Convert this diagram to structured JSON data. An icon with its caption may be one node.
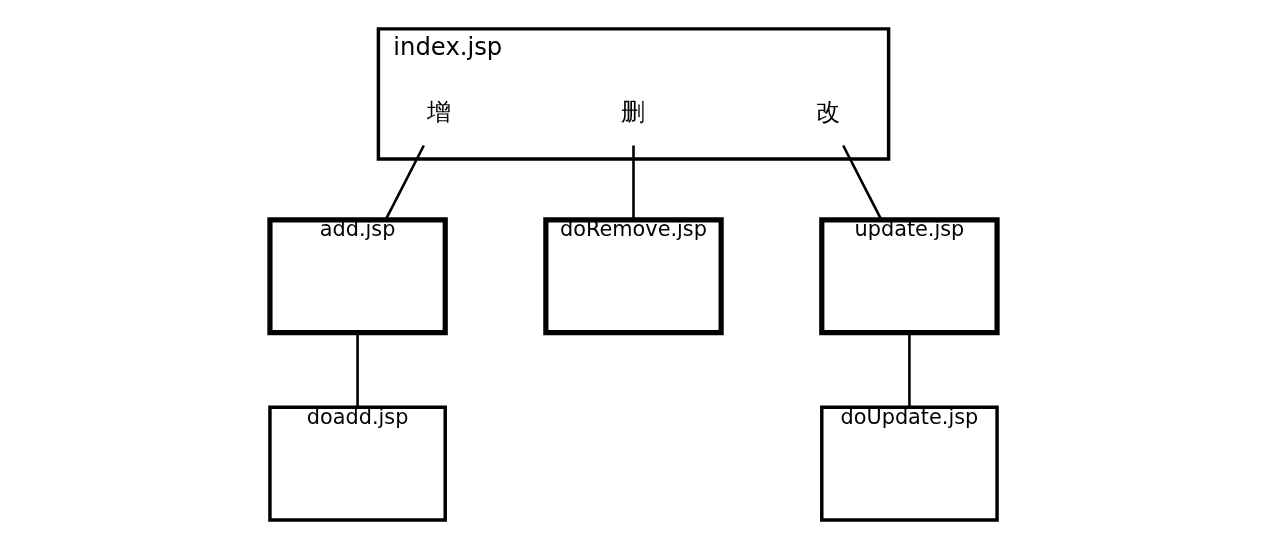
{
  "diagram": {
    "nodes": [
      {
        "text": [
          "index.jsp"
        ]
      },
      {
        "text": [
          "增"
        ],
        "in": 0
      },
      {
        "text": [
          "删"
        ],
        "in": 0
      },
      {
        "text": [
          "改"
        ],
        "in": 0
      },
      {
        "text": [
          "add.jsp"
        ]
      },
      {
        "text": [
          "doRemove.jsp"
        ]
      },
      {
        "text": [
          "update.jsp"
        ]
      },
      {
        "text": [
          "doadd.jsp"
        ]
      },
      {
        "text": [
          "doUpdate.jsp"
        ]
      }
    ],
    "edges": [
      {
        "from": 1,
        "to": 4,
        "arrow": "none"
      },
      {
        "from": 2,
        "to": 5,
        "arrow": "none"
      },
      {
        "from": 3,
        "to": 6,
        "arrow": "none"
      },
      {
        "from": 4,
        "to": 7,
        "arrow": "none"
      },
      {
        "from": 6,
        "to": 8,
        "arrow": "none"
      }
    ]
  }
}
